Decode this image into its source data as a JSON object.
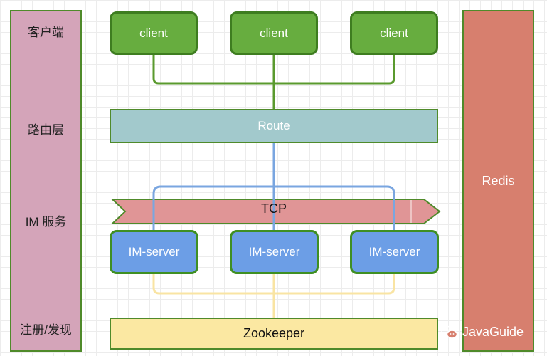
{
  "layers": {
    "client": "客户端",
    "route": "路由层",
    "im": "IM 服务",
    "registry": "注册/发现"
  },
  "clients": [
    "client",
    "client",
    "client"
  ],
  "route_label": "Route",
  "tcp_label": "TCP",
  "im_servers": [
    "IM-server",
    "IM-server",
    "IM-server"
  ],
  "zookeeper_label": "Zookeeper",
  "redis_label": "Redis",
  "watermark": "JavaGuide",
  "colors": {
    "client_fill": "#67ad3f",
    "route_fill": "#a2c9cc",
    "tcp_fill": "#e09596",
    "im_server_fill": "#6c9ee6",
    "zookeeper_fill": "#fbe8a2",
    "redis_fill": "#d77f6e",
    "layer_column_fill": "#d4a4b9",
    "client_wire": "#5a9a2e",
    "tcp_wire": "#7aa6e0",
    "registry_wire": "#f9e4a3"
  },
  "icons": {
    "watermark": "wechat-icon"
  }
}
